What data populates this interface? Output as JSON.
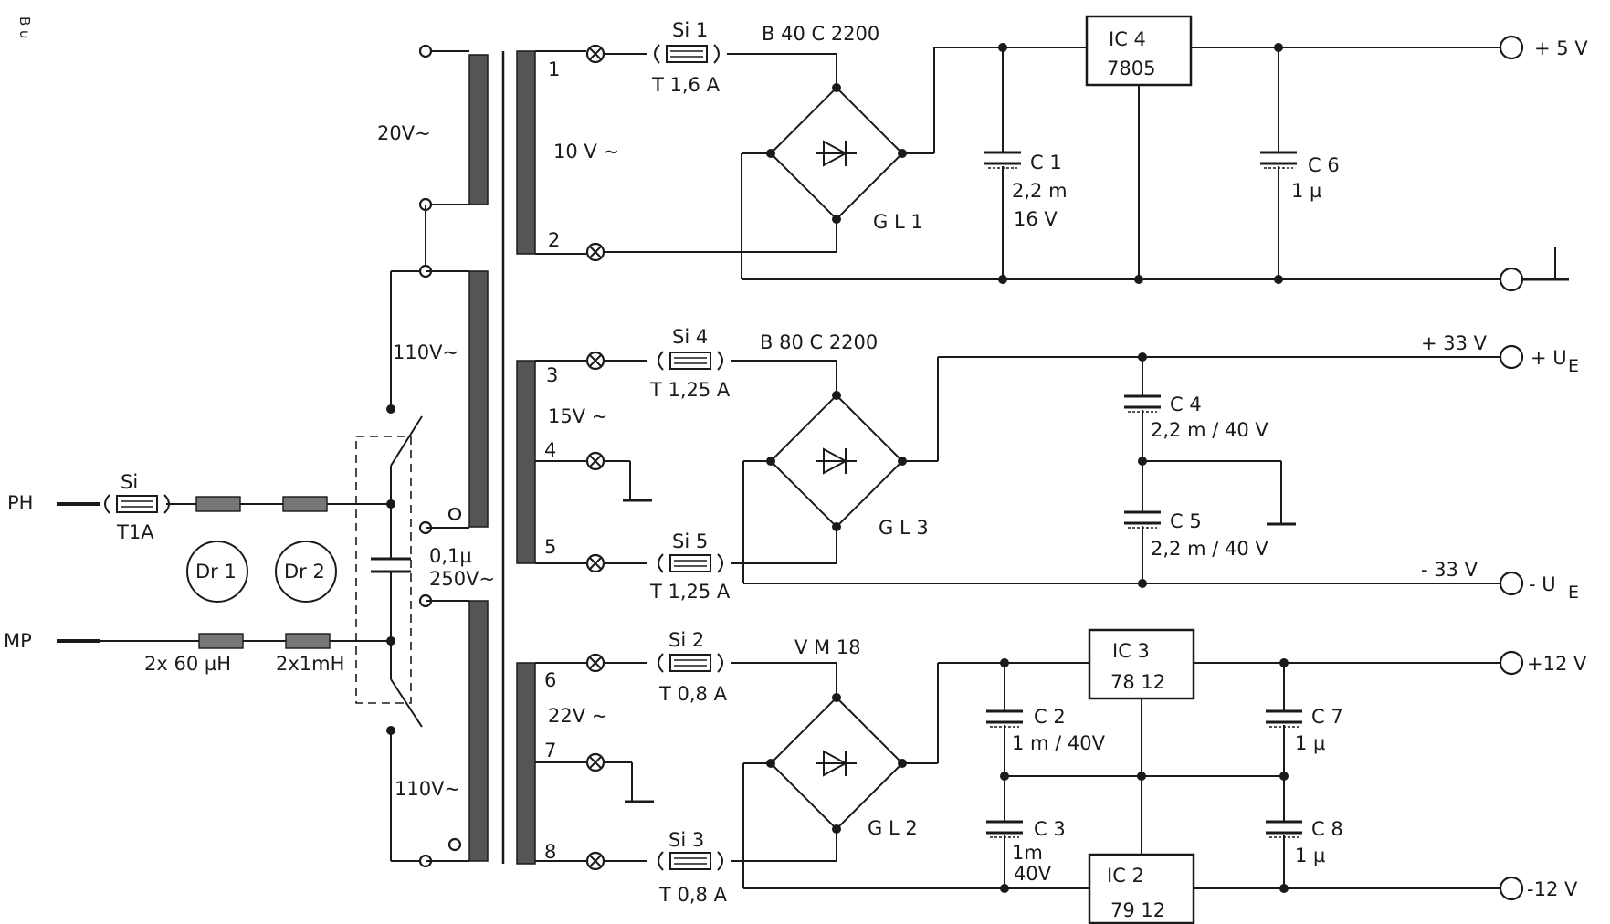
{
  "corner_mark": "B u",
  "inputs": {
    "phase": "PH",
    "neutral": "MP",
    "fuse": "Si",
    "fuse_rating": "T1A",
    "choke1": "Dr 1",
    "choke2": "Dr 2",
    "choke1_value": "2x 60 µH",
    "choke2_value": "2x1mH",
    "x_cap_value": "0,1µ",
    "x_cap_voltage": "250V~"
  },
  "primary": {
    "tap_20v": "20V~",
    "winding_110v_top": "110V~",
    "winding_110v_bottom": "110V~"
  },
  "secondary_pins": [
    "1",
    "2",
    "3",
    "4",
    "5",
    "6",
    "7",
    "8"
  ],
  "secondary_voltages": [
    "10 V ~",
    "15V ~",
    "22V ~"
  ],
  "fuses": [
    {
      "name": "Si 1",
      "rating": "T 1,6 A"
    },
    {
      "name": "Si 4",
      "rating": "T 1,25 A"
    },
    {
      "name": "Si 5",
      "rating": "T 1,25 A"
    },
    {
      "name": "Si 2",
      "rating": "T 0,8 A"
    },
    {
      "name": "Si 3",
      "rating": "T 0,8 A"
    }
  ],
  "rectifiers": [
    {
      "type": "B 40  C 2200",
      "name": "G L 1"
    },
    {
      "type": "B 80  C 2200",
      "name": "G L  3"
    },
    {
      "type": "V M 18",
      "name": "G L 2"
    }
  ],
  "regulators": [
    {
      "name": "IC 4",
      "part": "7805"
    },
    {
      "name": "IC 3",
      "part": "78 12"
    },
    {
      "name": "IC  2",
      "part": "79 12"
    }
  ],
  "capacitors": [
    {
      "name": "C 1",
      "value": "2,2 m",
      "voltage": "16 V"
    },
    {
      "name": "C 6",
      "value": "1 µ"
    },
    {
      "name": "C 4",
      "value": "2,2 m / 40 V"
    },
    {
      "name": "C 5",
      "value": "2,2 m / 40 V"
    },
    {
      "name": "C 2",
      "value": "1 m / 40V"
    },
    {
      "name": "C 3",
      "value": "1m",
      "voltage": "40V"
    },
    {
      "name": "C 7",
      "value": "1 µ"
    },
    {
      "name": "C 8",
      "value": "1 µ"
    }
  ],
  "outputs": {
    "plus5": "+ 5 V",
    "plus33_rail": "+ 33 V",
    "plus_ue": "+ U",
    "minus33_rail": "- 33 V",
    "minus_ue": "- U",
    "ue_sub": "E",
    "plus12": "+12 V",
    "minus12": "-12 V"
  }
}
